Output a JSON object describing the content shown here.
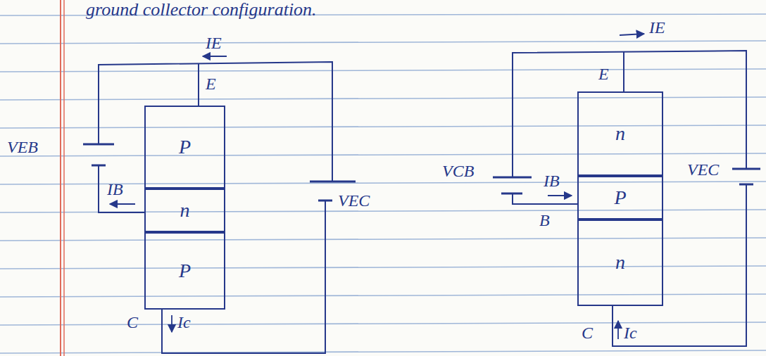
{
  "diagram": {
    "title": "ground collector configuration.",
    "nodes": [
      {
        "text": [
          "P"
        ]
      },
      {
        "text": [
          "n"
        ]
      },
      {
        "text": [
          "P"
        ]
      },
      {
        "text": [
          "n"
        ]
      },
      {
        "text": [
          "P"
        ]
      },
      {
        "text": [
          "n"
        ]
      }
    ],
    "labels": [
      "IE",
      "E",
      "VEB",
      "IB",
      "VEC",
      "C",
      "Ic",
      "IE",
      "E",
      "VCB",
      "IB",
      "B",
      "VEC",
      "C",
      "Ic"
    ]
  }
}
